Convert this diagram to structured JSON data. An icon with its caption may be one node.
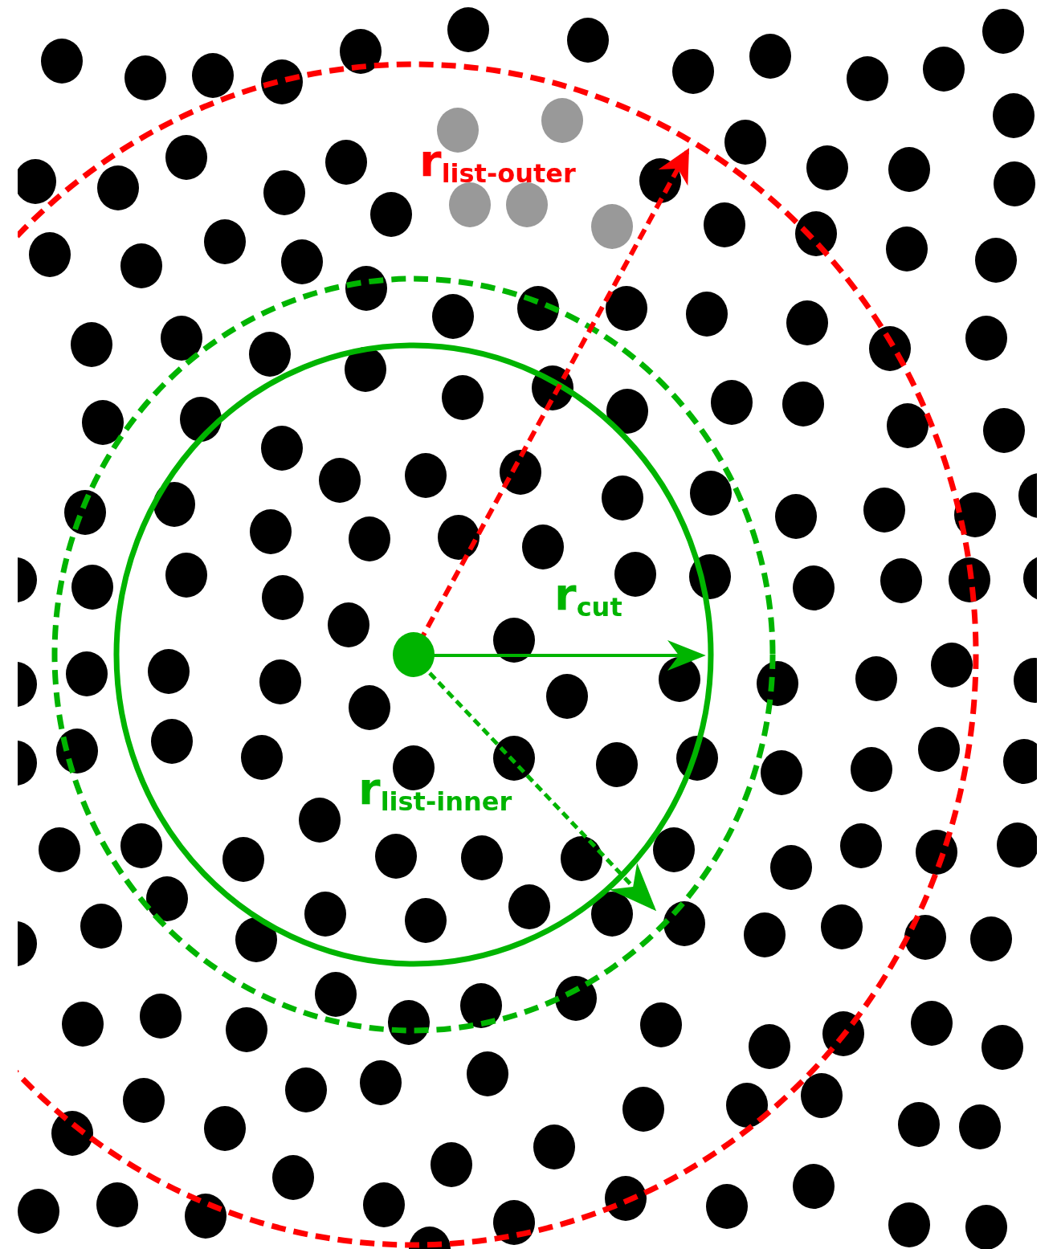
{
  "diagram": {
    "labels": [
      "r$_{list-outer}$",
      "r$_{cut}$",
      "r$_{list-inner}$"
    ]
  }
}
